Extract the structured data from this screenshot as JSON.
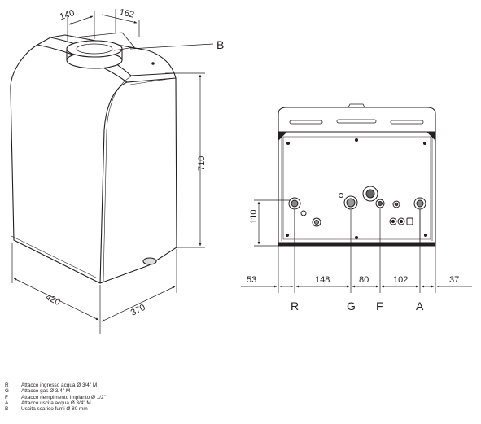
{
  "diagram": {
    "callout_b": "B",
    "dimensions": {
      "top_depth": "140",
      "top_offset": "162",
      "height": "710",
      "width": "420",
      "depth": "370",
      "connection_height": "110",
      "spacing_1": "53",
      "spacing_2": "148",
      "spacing_3": "80",
      "spacing_4": "102",
      "spacing_5": "37"
    },
    "connection_labels": [
      "R",
      "G",
      "F",
      "A"
    ]
  },
  "legend": [
    {
      "key": "R",
      "text": "Attacco ingresso acqua Ø 3/4\" M"
    },
    {
      "key": "G",
      "text": "Attacco gas Ø 3/4\" M"
    },
    {
      "key": "F",
      "text": "Attacco riempimento impianto Ø 1/2\""
    },
    {
      "key": "A",
      "text": "Attacco uscita acqua Ø 3/4\" M"
    },
    {
      "key": "B",
      "text": "Uscita scarico fumi Ø 80 mm"
    }
  ]
}
